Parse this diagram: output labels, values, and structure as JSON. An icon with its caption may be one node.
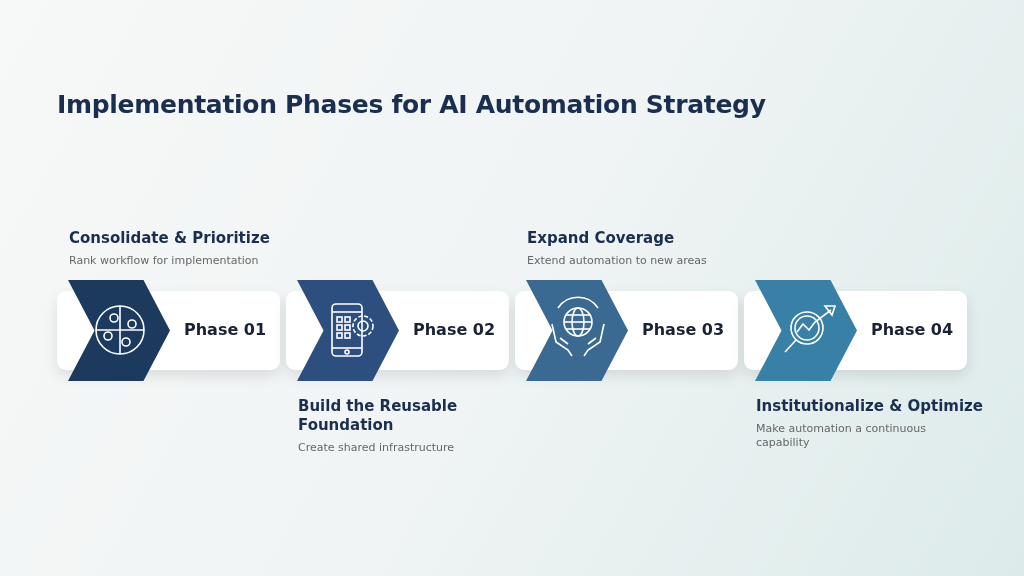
{
  "diagram": {
    "title": "Implementation Phases for AI Automation Strategy",
    "nodes": [
      {
        "text": [],
        "shape": "chevron"
      },
      {
        "text": [
          "Phase 01"
        ],
        "beside": [
          "Consolidate & Prioritize",
          "Rank workflow for implementation"
        ]
      },
      {
        "text": [],
        "shape": "chevron"
      },
      {
        "text": [
          "Phase 02"
        ],
        "beside": [
          "Build the Reusable Foundation",
          "Create shared infrastructure"
        ]
      },
      {
        "text": [],
        "shape": "chevron"
      },
      {
        "text": [
          "Phase 03"
        ],
        "beside": [
          "Expand Coverage",
          "Extend automation to new areas"
        ]
      },
      {
        "text": [],
        "shape": "chevron"
      },
      {
        "text": [
          "Phase 04"
        ],
        "beside": [
          "Institutionalize & Optimize",
          "Make automation a continuous capability"
        ]
      }
    ],
    "edges": []
  }
}
